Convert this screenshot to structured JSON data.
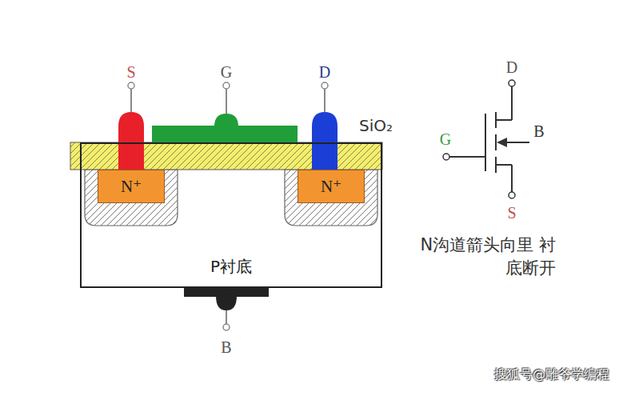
{
  "diagram": {
    "nodes": [
      {
        "text": [
          "P衬底"
        ]
      },
      {
        "text": [
          "N⁺"
        ],
        "in": 0
      },
      {
        "text": [
          "N⁺"
        ],
        "in": 0
      }
    ],
    "labels": [
      "S",
      "G",
      "D",
      "SiO₂",
      "B",
      "D",
      "G",
      "B",
      "S",
      "N沟道箭头向里 衬底断开",
      "搜狐号@雕爷学编程"
    ]
  }
}
